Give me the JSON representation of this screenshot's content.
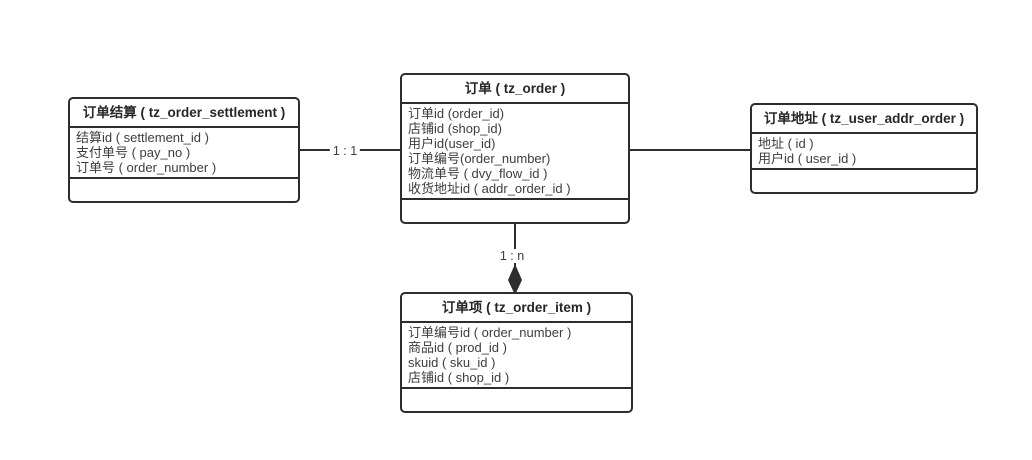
{
  "diagram": {
    "background_color": "#ffffff",
    "line_color": "#2d2d2d",
    "text_color": "#3d3d3d",
    "title_color": "#262626",
    "entities": [
      {
        "id": "settlement",
        "title": "订单结算 ( tz_order_settlement )",
        "fields": [
          "结算id ( settlement_id )",
          "支付单号 ( pay_no )",
          "订单号 ( order_number )"
        ]
      },
      {
        "id": "order",
        "title": "订单 ( tz_order )",
        "fields": [
          "订单id (order_id)",
          "店铺id (shop_id)",
          "用户id(user_id)",
          "订单编号(order_number)",
          "物流单号 ( dvy_flow_id )",
          "收货地址id ( addr_order_id )"
        ]
      },
      {
        "id": "addr",
        "title": "订单地址 ( tz_user_addr_order )",
        "fields": [
          "地址 ( id )",
          "用户id ( user_id )"
        ]
      },
      {
        "id": "item",
        "title": "订单项 ( tz_order_item )",
        "fields": [
          "订单编号id ( order_number )",
          "商品id ( prod_id )",
          "skuid ( sku_id )",
          "店铺id ( shop_id )"
        ]
      }
    ],
    "connectors": [
      {
        "from": "订单结算 ( tz_order_settlement )",
        "to": "订单 ( tz_order )",
        "label": "1 : 1",
        "arrowhead": "none"
      },
      {
        "from": "订单 ( tz_order )",
        "to": "订单地址 ( tz_user_addr_order )",
        "label": "",
        "arrowhead": "none"
      },
      {
        "from": "订单 ( tz_order )",
        "to": "订单项 ( tz_order_item )",
        "label": "1 : n",
        "arrowhead": "filled-diamond"
      }
    ]
  }
}
